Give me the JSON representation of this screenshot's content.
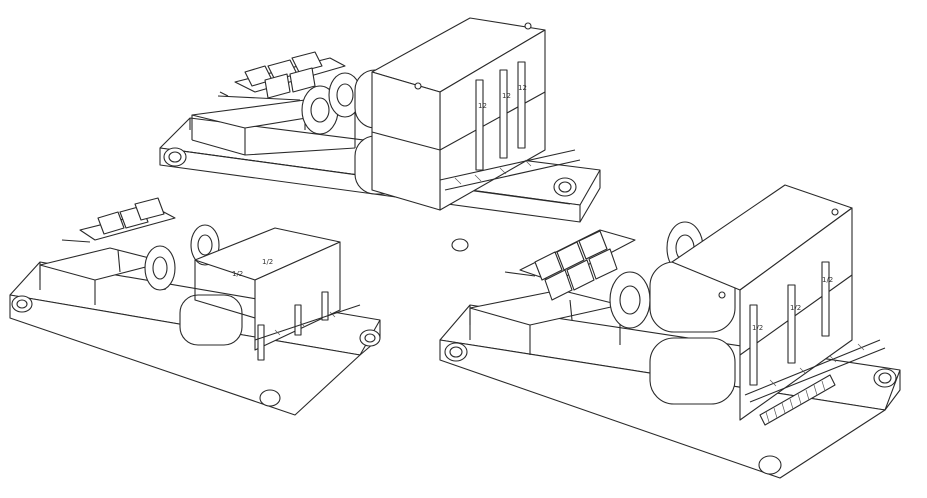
{
  "figure": {
    "background": "#ffffff",
    "line_color": "#2a2a2a",
    "units": [
      {
        "id": "unit-top",
        "labels": [
          "12",
          "12",
          "12"
        ]
      },
      {
        "id": "unit-left",
        "labels": [
          "1/2",
          "1/2"
        ]
      },
      {
        "id": "unit-right",
        "labels": [
          "1/2",
          "1/2",
          "1/2"
        ]
      }
    ]
  }
}
